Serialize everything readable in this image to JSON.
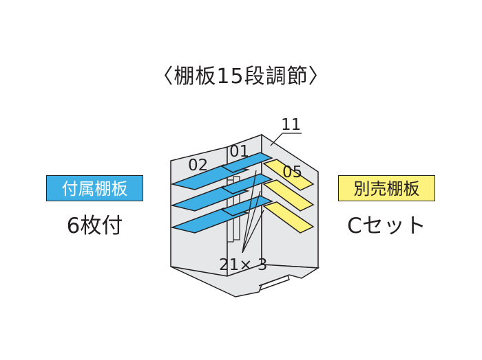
{
  "title": "〈棚板15段調節〉",
  "left_panel": {
    "badge": "付属棚板",
    "subtitle": "6枚付"
  },
  "right_panel": {
    "badge": "別売棚板",
    "subtitle": "Cセット"
  },
  "diagram": {
    "labels": {
      "left_bay": "02",
      "center_bay": "01",
      "right_bay": "05",
      "top_callout": "11",
      "post_callout": "21× 3"
    }
  },
  "colors": {
    "included_shelf": "#3fb0e6",
    "optional_shelf": "#fdf27e",
    "wall": "#e6e7e8",
    "outline": "#231f20"
  }
}
